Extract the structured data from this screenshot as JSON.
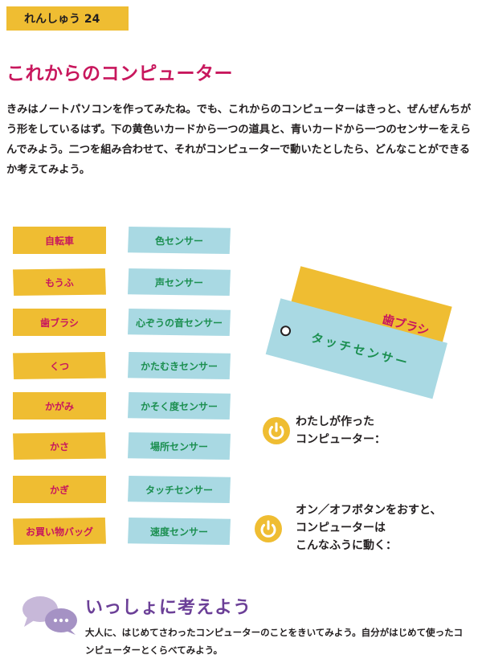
{
  "header": {
    "lesson_tag": "れんしゅう 24",
    "title": "これからのコンピューター"
  },
  "intro": {
    "text": "きみはノートパソコンを作ってみたね。でも、これからのコンピューターはきっと、ぜんぜんちがう形をしているはず。下の黄色いカードから一つの道具と、青いカードから一つのセンサーをえらんでみよう。二つを組み合わせて、それがコンピューターで動いたとしたら、どんなことができるか考えてみよう。"
  },
  "yellow_cards": [
    "自転車",
    "もうふ",
    "歯ブラシ",
    "くつ",
    "かがみ",
    "かさ",
    "かぎ",
    "お買い物バッグ"
  ],
  "blue_cards": [
    "色センサー",
    "声センサー",
    "心ぞうの音センサー",
    "かたむきセンサー",
    "かそく度センサー",
    "場所センサー",
    "タッチセンサー",
    "速度センサー"
  ],
  "example_tags": {
    "back": "歯ブラシ",
    "front": "タッチセンサー"
  },
  "answers": {
    "computer_label": "わたしが作った\nコンピューター：",
    "button_label": "オン／オフボタンをおすと、\nコンピューターは\nこんなふうに動く："
  },
  "together": {
    "title": "いっしょに考えよう",
    "text": "大人に、はじめてさわったコンピューターのことをきいてみよう。自分がはじめて使ったコンピューターとくらべてみよう。"
  },
  "colors": {
    "yellow": "#efbd32",
    "blue": "#a9d9e3",
    "title_pink": "#c8175d",
    "sensor_green": "#1b8f50",
    "purple": "#6b3f97",
    "bubble": "#c7b8d9"
  }
}
